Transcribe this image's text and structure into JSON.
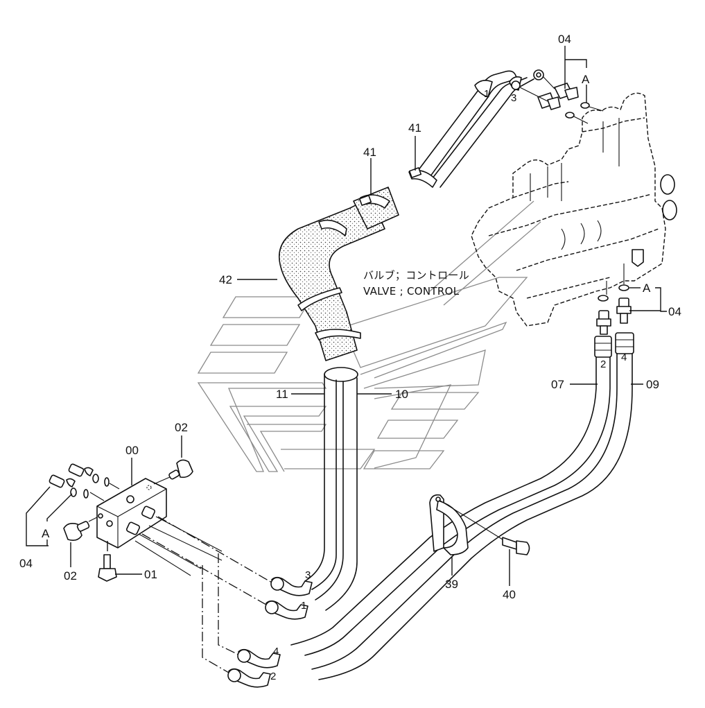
{
  "diagram": {
    "title_jp": "バルブ；コントロール",
    "title_en": "VALVE ; CONTROL",
    "component": "control-valve",
    "callouts": [
      {
        "id": "c04a",
        "label": "04",
        "part": "adapter",
        "group": "A"
      },
      {
        "id": "c41a",
        "label": "41",
        "part": "band"
      },
      {
        "id": "c41b",
        "label": "41",
        "part": "band"
      },
      {
        "id": "c42",
        "label": "42",
        "part": "protector"
      },
      {
        "id": "c04b",
        "label": "04",
        "part": "adapter",
        "group": "A"
      },
      {
        "id": "c11",
        "label": "11",
        "part": "hose"
      },
      {
        "id": "c10",
        "label": "10",
        "part": "hose"
      },
      {
        "id": "c07",
        "label": "07",
        "part": "hose"
      },
      {
        "id": "c09",
        "label": "09",
        "part": "hose"
      },
      {
        "id": "c02a",
        "label": "02",
        "part": "plug"
      },
      {
        "id": "c00",
        "label": "00",
        "part": "valve-block"
      },
      {
        "id": "c04c",
        "label": "04",
        "part": "adapter",
        "group": "A"
      },
      {
        "id": "c02b",
        "label": "02",
        "part": "plug"
      },
      {
        "id": "c01",
        "label": "01",
        "part": "bolt"
      },
      {
        "id": "c39",
        "label": "39",
        "part": "clamp"
      },
      {
        "id": "c40",
        "label": "40",
        "part": "bolt"
      }
    ],
    "o_ring_group_label": "A",
    "hose_markers": [
      "1",
      "3",
      "2",
      "4",
      "3",
      "1",
      "4",
      "2"
    ]
  }
}
